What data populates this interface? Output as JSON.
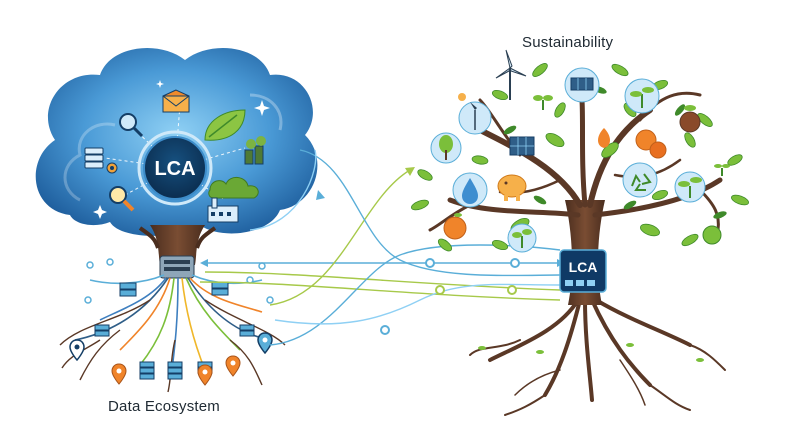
{
  "labels": {
    "left_caption": "Data Ecosystem",
    "right_caption": "Sustainability",
    "left_badge": "LCA",
    "right_badge": "LCA"
  },
  "colors": {
    "cloud_dark": "#1f5f9e",
    "cloud_light": "#6fb8ea",
    "trunk": "#5a3826",
    "leaf": "#7bbf3a",
    "leaf_dark": "#3f8a2a",
    "badge": "#0f3a66",
    "connector_blue": "#5aaed8",
    "connector_green": "#a7c94a",
    "fruit": "#f0842a"
  },
  "icons": {
    "cloud": [
      "database-icon",
      "magnifier-icon",
      "factory-icon",
      "leaf-icon",
      "envelope-icon",
      "pollution-icon",
      "gear-icon"
    ],
    "roots": [
      "location-pin-icon",
      "server-icon"
    ],
    "tree": [
      "wind-turbine-icon",
      "solar-panel-icon",
      "sprout-icon",
      "water-drop-icon",
      "recycle-icon",
      "apple-icon",
      "piggy-bank-icon"
    ]
  }
}
